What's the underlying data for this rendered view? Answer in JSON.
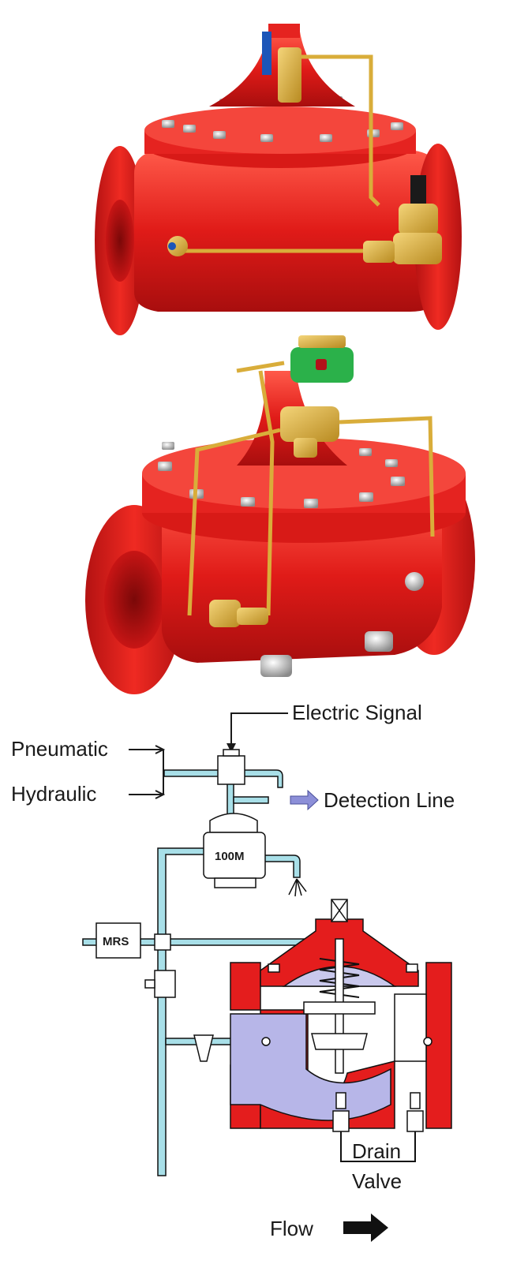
{
  "labels": {
    "electric_signal": "Electric Signal",
    "pneumatic": "Pneumatic",
    "hydraulic": "Hydraulic",
    "detection_line": "Detection Line",
    "pilot_100m": "100M",
    "mrs": "MRS",
    "drain": "Drain",
    "valve": "Valve",
    "flow": "Flow"
  },
  "colors": {
    "valve_red": "#e41d1d",
    "brass": "#d9ad3a",
    "solenoid_green": "#2bb14a",
    "pipe_cyan": "#a8dfe8",
    "chamber_lavender": "#b7b6e8"
  }
}
